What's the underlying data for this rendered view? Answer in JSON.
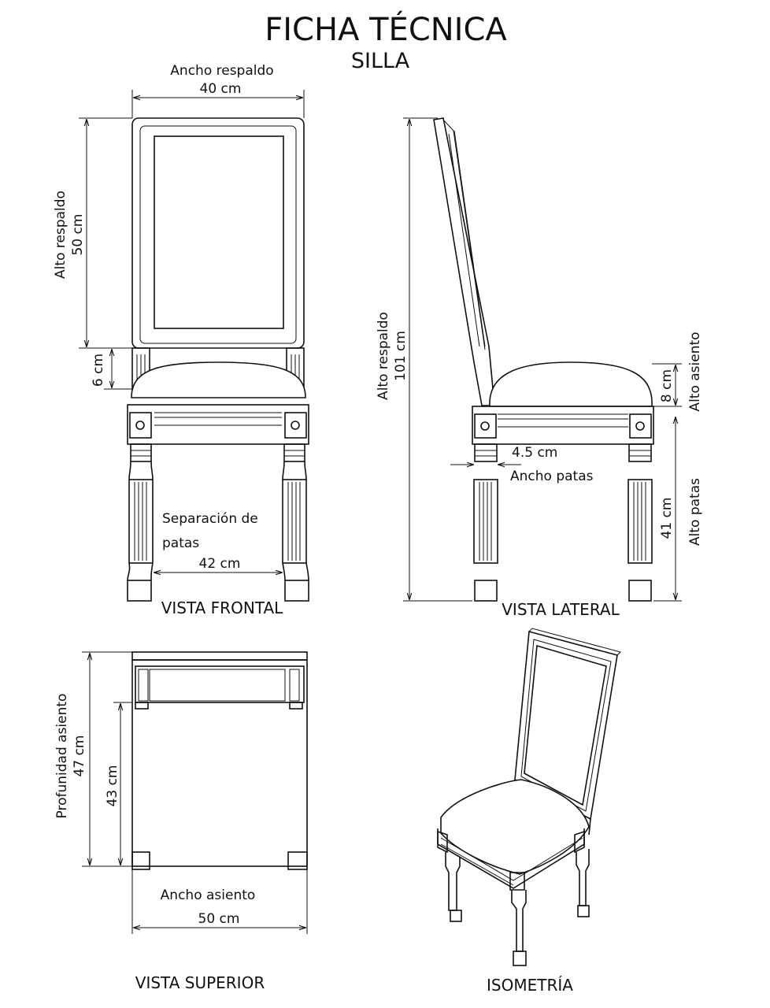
{
  "title": "FICHA TÉCNICA",
  "subtitle": "SILLA",
  "views": {
    "front": "VISTA FRONTAL",
    "side": "VISTA LATERAL",
    "top": "VISTA SUPERIOR",
    "iso": "ISOMETRÍA"
  },
  "front": {
    "backrest_width_label": "Ancho respaldo",
    "backrest_width_value": "40 cm",
    "backrest_height_label": "Alto respaldo",
    "backrest_height_value": "50 cm",
    "gap_value": "6 cm",
    "leg_separation_label_1": "Separación de",
    "leg_separation_label_2": "patas",
    "leg_separation_value": "42 cm"
  },
  "side": {
    "total_height_label": "Alto respaldo",
    "total_height_value": "101 cm",
    "seat_height_label": "Alto asiento",
    "seat_height_value": "8 cm",
    "leg_width_value": "4.5 cm",
    "leg_width_label": "Ancho patas",
    "leg_height_label": "Alto patas",
    "leg_height_value": "41 cm"
  },
  "top": {
    "seat_depth_label": "Profunidad asiento",
    "seat_depth_value": "47 cm",
    "inner_depth_value": "43 cm",
    "seat_width_label": "Ancho asiento",
    "seat_width_value": "50 cm"
  }
}
